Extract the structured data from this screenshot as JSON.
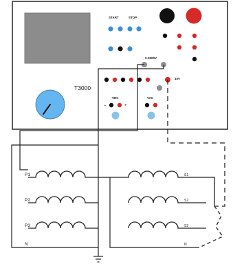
{
  "device": {
    "name": "T3000",
    "start_label": "START",
    "stop_label": "STOP",
    "output_range_label": "0-3000V",
    "aux_voltage_label": "10V",
    "vdc_label": "VDC",
    "vac_label": "VAC",
    "minus_sign": "–",
    "plus_sign": "+"
  },
  "primary": {
    "winding_labels": [
      "P1",
      "P2",
      "P3"
    ],
    "neutral_label": "N"
  },
  "secondary": {
    "winding_labels": [
      "S1",
      "S2",
      "S3"
    ],
    "neutral_label": "N"
  },
  "colors": {
    "panel_border": "#333333",
    "display_gray": "#8c8c8c",
    "button_blue": "#3a8fd6",
    "terminal_red": "#d42a2a",
    "terminal_black": "#111111",
    "terminal_gray": "#8f8f8f",
    "knob_blue": "#63b6ef",
    "meter_blue": "#86c3ea"
  }
}
